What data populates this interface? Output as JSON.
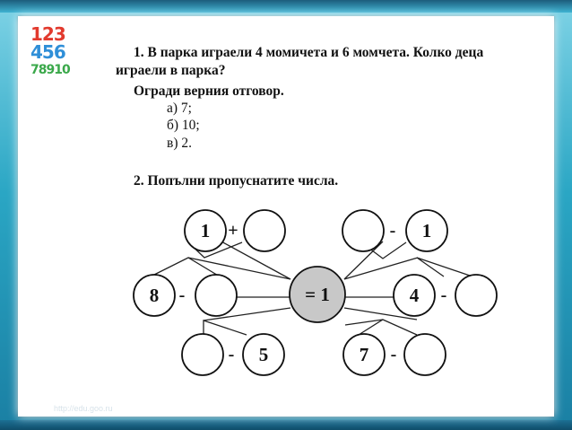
{
  "logo": {
    "row1": "123",
    "row2": "456",
    "row3": "78910"
  },
  "task1": {
    "line1": "1. В парка играели 4 момичета и 6 момчета. Колко деца",
    "line2": "играели в парка?",
    "instruction": "Огради верния отговор.",
    "options": [
      "а) 7;",
      "б) 10;",
      "в) 2."
    ]
  },
  "task2": {
    "title": "2. Попълни пропуснатите числа.",
    "center": "= 1",
    "top_left": {
      "left": "1",
      "op": "+",
      "right": ""
    },
    "top_right": {
      "left": "",
      "op": "-",
      "right": "1"
    },
    "mid_left": {
      "left": "8",
      "op": "-",
      "right": ""
    },
    "mid_right": {
      "left": "4",
      "op": "-",
      "right": ""
    },
    "bottom_left": {
      "left": "",
      "op": "-",
      "right": "5"
    },
    "bottom_right": {
      "left": "7",
      "op": "-",
      "right": ""
    }
  },
  "watermark": "http://edu.goo.ru"
}
